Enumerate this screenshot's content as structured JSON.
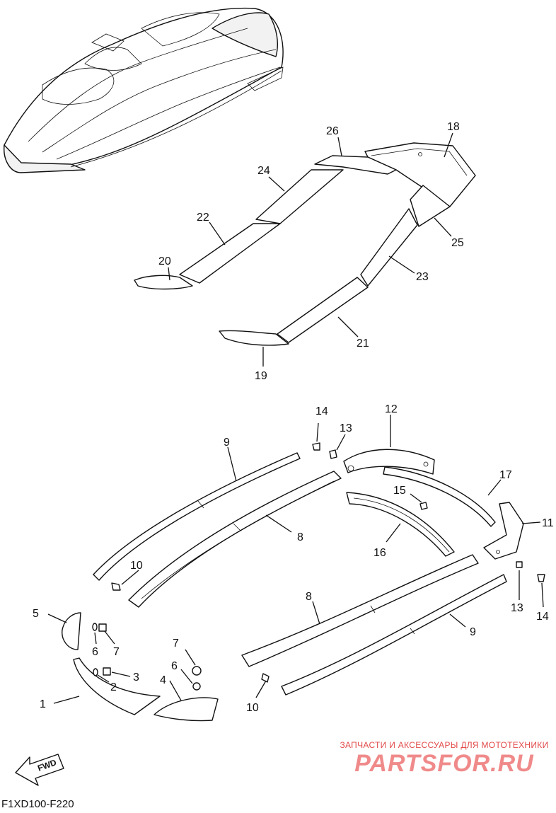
{
  "diagram": {
    "callouts": {
      "c1": "1",
      "c2": "2",
      "c3": "3",
      "c4": "4",
      "c5": "5",
      "c6a": "6",
      "c6b": "6",
      "c7a": "7",
      "c7b": "7",
      "c8a": "8",
      "c8b": "8",
      "c9a": "9",
      "c9b": "9",
      "c10a": "10",
      "c10b": "10",
      "c11": "11",
      "c12": "12",
      "c13a": "13",
      "c13b": "13",
      "c14a": "14",
      "c14b": "14",
      "c15": "15",
      "c16": "16",
      "c17": "17",
      "c18": "18",
      "c19": "19",
      "c20": "20",
      "c21": "21",
      "c22": "22",
      "c23": "23",
      "c24": "24",
      "c25": "25",
      "c26": "26"
    },
    "fwd_label": "FWD",
    "diagram_code": "F1XD100-F220",
    "watermark": {
      "tagline": "ЗАПЧАСТИ И АКСЕССУАРЫ ДЛЯ МОТОТЕХНИКИ",
      "brand": "PARTSFOR.RU"
    }
  }
}
